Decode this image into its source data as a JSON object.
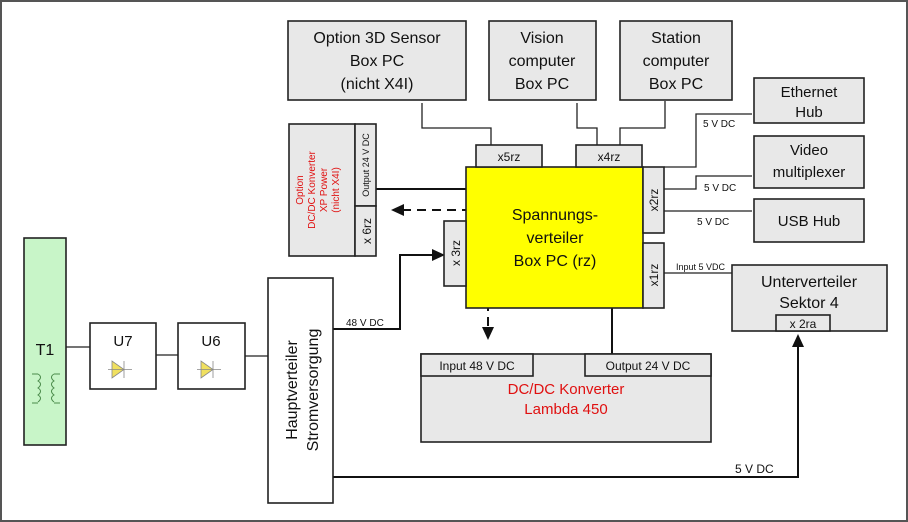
{
  "diagram": {
    "title": "Stromversorgung Box PC",
    "nodes": {
      "t1": {
        "label": "T1",
        "icon": "transformer-icon"
      },
      "u7": {
        "label": "U7",
        "icon": "diode-icon"
      },
      "u6": {
        "label": "U6",
        "icon": "diode-icon"
      },
      "hauptverteiler": {
        "line1": "Hauptverteiler",
        "line2": "Stromversorgung"
      },
      "sensor3d": {
        "line1": "Option 3D Sensor",
        "line2": "Box PC",
        "line3": "(nicht X4I)"
      },
      "vision": {
        "line1": "Vision",
        "line2": "computer",
        "line3": "Box PC"
      },
      "station": {
        "line1": "Station",
        "line2": "computer",
        "line3": "Box PC"
      },
      "ethernet": {
        "line1": "Ethernet",
        "line2": "Hub"
      },
      "video": {
        "line1": "Video",
        "line2": "multiplexer"
      },
      "usb": {
        "line1": "USB Hub"
      },
      "dcdc_xp": {
        "line1": "Option",
        "line2": "DC/DC Konverter",
        "line3": "XP Power",
        "line4": "(nicht X4I)",
        "output_label": "Output 24 V DC",
        "port_label": "x 6rz"
      },
      "spannungsverteiler": {
        "line1": "Spannungs-",
        "line2": "verteiler",
        "line3": "Box PC (rz)",
        "ports": {
          "x5": "x5rz",
          "x4": "x4rz",
          "x3": "x 3rz",
          "x2": "x2rz",
          "x1": "x1rz"
        }
      },
      "unterverteiler": {
        "line1": "Unterverteiler",
        "line2": "Sektor 4",
        "port_label": "x 2ra"
      },
      "lambda": {
        "line1": "DC/DC Konverter",
        "line2": "Lambda 450",
        "input_label": "Input 48 V DC",
        "output_label": "Output 24 V DC"
      }
    },
    "wire_labels": {
      "ethernet": "5 V DC",
      "video": "5 V DC",
      "usb": "5 V DC",
      "unterverteiler_input": "Input 5 VDC",
      "main_48v": "48 V DC",
      "bottom_5v": "5 V DC"
    },
    "colors": {
      "box_fill": "#e8e8e8",
      "highlight_fill": "#ffff00",
      "transformer_fill": "#c8f5c8",
      "red_text": "#e01010",
      "diode_fill": "#f0e060"
    }
  }
}
